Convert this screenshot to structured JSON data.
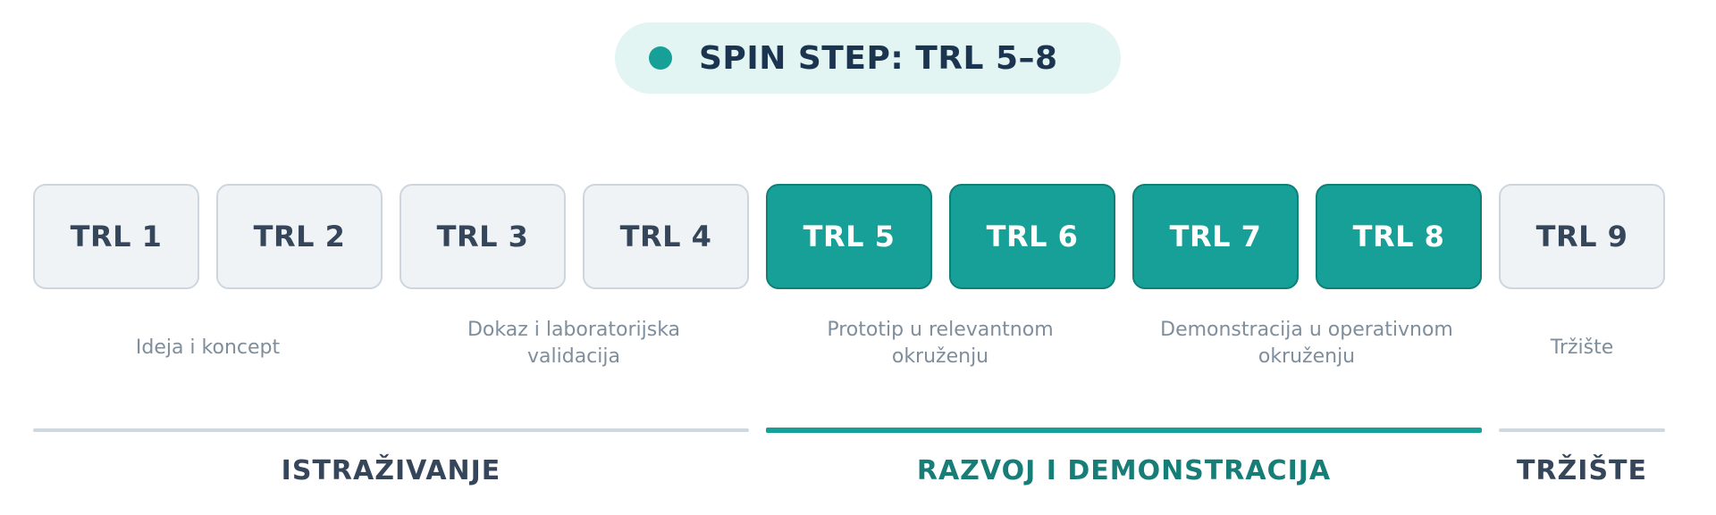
{
  "header": {
    "title": "SPIN STEP: TRL 5–8"
  },
  "levels": [
    {
      "label": "TRL 1",
      "active": false
    },
    {
      "label": "TRL 2",
      "active": false
    },
    {
      "label": "TRL 3",
      "active": false
    },
    {
      "label": "TRL 4",
      "active": false
    },
    {
      "label": "TRL 5",
      "active": true
    },
    {
      "label": "TRL 6",
      "active": true
    },
    {
      "label": "TRL 7",
      "active": true
    },
    {
      "label": "TRL 8",
      "active": true
    },
    {
      "label": "TRL 9",
      "active": false
    }
  ],
  "descriptions": [
    {
      "text": "Ideja i koncept",
      "spans": "TRL 1–2"
    },
    {
      "text": "Dokaz i laboratorijska validacija",
      "spans": "TRL 3–4"
    },
    {
      "text": "Prototip u relevantnom okruženju",
      "spans": "TRL 5–6"
    },
    {
      "text": "Demonstracija u operativnom okruženju",
      "spans": "TRL 7–8"
    },
    {
      "text": "Tržište",
      "spans": "TRL 9"
    }
  ],
  "phases": [
    {
      "label": "ISTRAŽIVANJE",
      "highlight": false
    },
    {
      "label": "RAZVOJ I DEMONSTRACIJA",
      "highlight": true
    },
    {
      "label": "TRŽIŠTE",
      "highlight": false
    }
  ],
  "colors": {
    "accent": "#16a097",
    "accent_dark": "#177d77",
    "inactive_box": "#f0f3f6",
    "inactive_border": "#cdd6de",
    "title_text": "#1b3550",
    "pill_background": "#e2f5f2"
  }
}
